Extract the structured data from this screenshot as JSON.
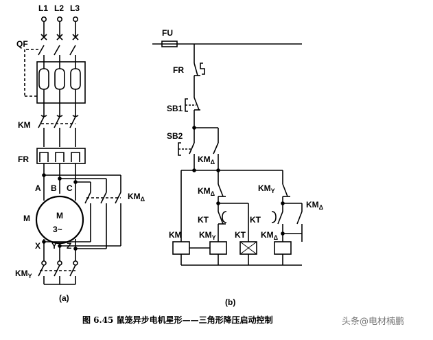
{
  "diagram_a": {
    "phases": [
      "L1",
      "L2",
      "L3"
    ],
    "breaker": "QF",
    "contactor_main": "KM",
    "overload": "FR",
    "terminals_top": [
      "A",
      "B",
      "C"
    ],
    "terminals_bottom": [
      "X",
      "Y",
      "Z"
    ],
    "motor_side_label": "M",
    "motor_name": "M",
    "motor_type": "3~",
    "km_delta": "KM",
    "km_delta_sub": "Δ",
    "km_star": "KM",
    "km_star_sub": "Y",
    "caption": "(a)"
  },
  "diagram_b": {
    "fuse": "FU",
    "overload": "FR",
    "stop_button": "SB1",
    "start_button": "SB2",
    "km_delta_contact_1": "KM",
    "km_delta_contact_1_sub": "Δ",
    "km_delta_contact_2": "KM",
    "km_delta_contact_2_sub": "Δ",
    "km_star_contact": "KM",
    "km_star_contact_sub": "Y",
    "km_delta_contact_3": "KM",
    "km_delta_contact_3_sub": "Δ",
    "timer_contact_1": "KT",
    "timer_contact_2": "KT",
    "coil_km": "KM",
    "coil_km_star": "KM",
    "coil_km_star_sub": "Y",
    "coil_kt": "KT",
    "coil_km_delta": "KM",
    "coil_km_delta_sub": "Δ",
    "caption": "(b)"
  },
  "figure_caption": "图 6.45  鼠笼异步电机星形——三角形降压启动控制",
  "watermark": "头条@电材楠鹏"
}
